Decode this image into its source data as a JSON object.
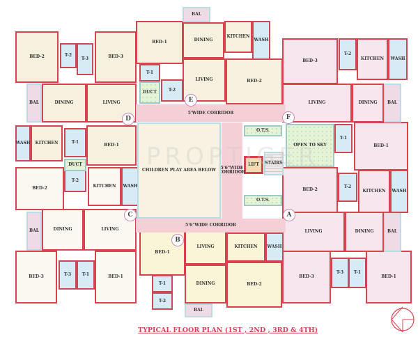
{
  "title": "TYPICAL FLOOR PLAN (1ST , 2ND , 3RD & 4TH)",
  "watermark": "PROPTIGER",
  "colors": {
    "wall": "#d9434f",
    "corridor": "#f4cfd5",
    "toilet": "#d6ebf5",
    "open": "#e4f2d6"
  },
  "compass_icon": "north-arrow-compass",
  "common": [
    {
      "label": "5'WIDE CORRIDOR",
      "kind": "corr"
    },
    {
      "label": "CHILDREN PLAY AREA BELOW",
      "kind": "play"
    },
    {
      "label": "5'6\"WIDE CORRIDOR",
      "kind": "corr"
    },
    {
      "label": "O.T.S.",
      "kind": "green"
    },
    {
      "label": "LIFT",
      "kind": "lift"
    },
    {
      "label": "STAIRS",
      "kind": "stairs"
    },
    {
      "label": "O.T.S.",
      "kind": "green"
    },
    {
      "label": "5'6\"WIDE CORRIDOR",
      "kind": "corr"
    }
  ],
  "units": [
    {
      "entry": "D",
      "rooms": [
        "BED-2",
        "T-2",
        "T-3",
        "BED-3",
        "BAL",
        "DINING",
        "LIVING",
        "WASH",
        "KITCHEN",
        "T-1",
        "BED-1",
        "DUCT"
      ]
    },
    {
      "entry": "E",
      "rooms": [
        "BAL",
        "BED-1",
        "DINING",
        "KITCHEN",
        "WASH",
        "T-1",
        "DUCT",
        "T-2",
        "LIVING",
        "BED-2"
      ]
    },
    {
      "entry": "F",
      "rooms": [
        "BED-3",
        "T-2",
        "KITCHEN",
        "WASH",
        "LIVING",
        "DINING",
        "BAL",
        "OPEN TO SKY",
        "T-1",
        "BED-1"
      ]
    },
    {
      "entry": "C",
      "rooms": [
        "BED-2",
        "T-2",
        "KITCHEN",
        "WASH",
        "BAL",
        "DINING",
        "LIVING",
        "BED-3",
        "T-3",
        "T-1",
        "BED-1"
      ]
    },
    {
      "entry": "B",
      "rooms": [
        "BED-1",
        "LIVING",
        "KITCHEN",
        "WASH",
        "T-1",
        "T-2",
        "DINING",
        "BED-2",
        "BAL"
      ]
    },
    {
      "entry": "A",
      "rooms": [
        "BED-2",
        "T-2",
        "KITCHEN",
        "WASH",
        "LIVING",
        "DINING",
        "BAL",
        "BED-3",
        "T-3",
        "T-1",
        "BED-1"
      ]
    }
  ]
}
